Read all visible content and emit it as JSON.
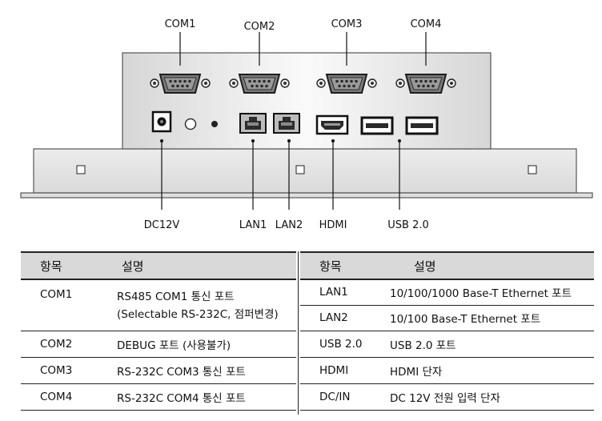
{
  "diagram": {
    "port_labels_top": [
      "COM1",
      "COM2",
      "COM3",
      "COM4"
    ],
    "port_labels_bottom": [
      "DC12V",
      "LAN1",
      "LAN2",
      "HDMI",
      "USB 2.0"
    ]
  },
  "table_left": {
    "headers": [
      "항목",
      "설명"
    ],
    "rows": [
      {
        "item": "COM1",
        "desc": "RS485 COM1 통신 포트",
        "desc2": "(Selectable RS-232C, 점퍼변경)"
      },
      {
        "item": "COM2",
        "desc": "DEBUG 포트 (사용불가)"
      },
      {
        "item": "COM3",
        "desc": "RS-232C COM3 통신 포트"
      },
      {
        "item": "COM4",
        "desc": "RS-232C COM4 통신 포트"
      }
    ]
  },
  "table_right": {
    "headers": [
      "항목",
      "설명"
    ],
    "rows": [
      {
        "item": "LAN1",
        "desc": "10/100/1000 Base-T Ethernet 포트"
      },
      {
        "item": "LAN2",
        "desc": "10/100 Base-T Ethernet 포트"
      },
      {
        "item": "USB 2.0",
        "desc": "USB 2.0 포트"
      },
      {
        "item": "HDMI",
        "desc": "HDMI 단자"
      },
      {
        "item": "DC/IN",
        "desc": "DC 12V 전원 입력 단자"
      }
    ]
  }
}
